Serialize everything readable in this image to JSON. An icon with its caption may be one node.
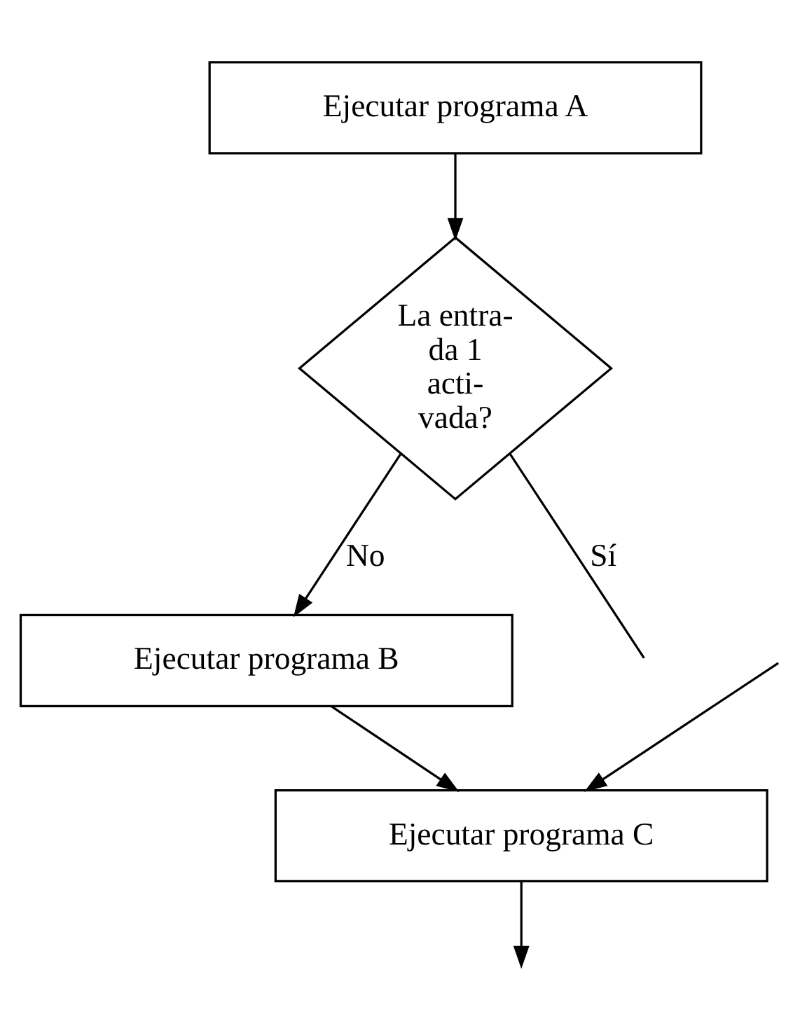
{
  "diagram": {
    "nodes": [
      {
        "text": [
          "Ejecutar programa A"
        ]
      },
      {
        "text": [
          "La entra- da 1 acti- vada?"
        ]
      },
      {
        "text": [
          "Ejecutar programa B"
        ]
      },
      {
        "text": [
          "Ejecutar programa C"
        ]
      }
    ],
    "edges": [
      {
        "from": 0,
        "to": 1,
        "arrow": "to"
      },
      {
        "from": 1,
        "to": 2,
        "arrow": "to",
        "label": "No"
      },
      {
        "from": 1,
        "to": null,
        "arrow": "none",
        "label": "Sí"
      },
      {
        "from": 2,
        "to": 3,
        "arrow": "to"
      },
      {
        "from": null,
        "to": 3,
        "arrow": "to"
      },
      {
        "from": 3,
        "to": null,
        "arrow": "to"
      }
    ]
  }
}
